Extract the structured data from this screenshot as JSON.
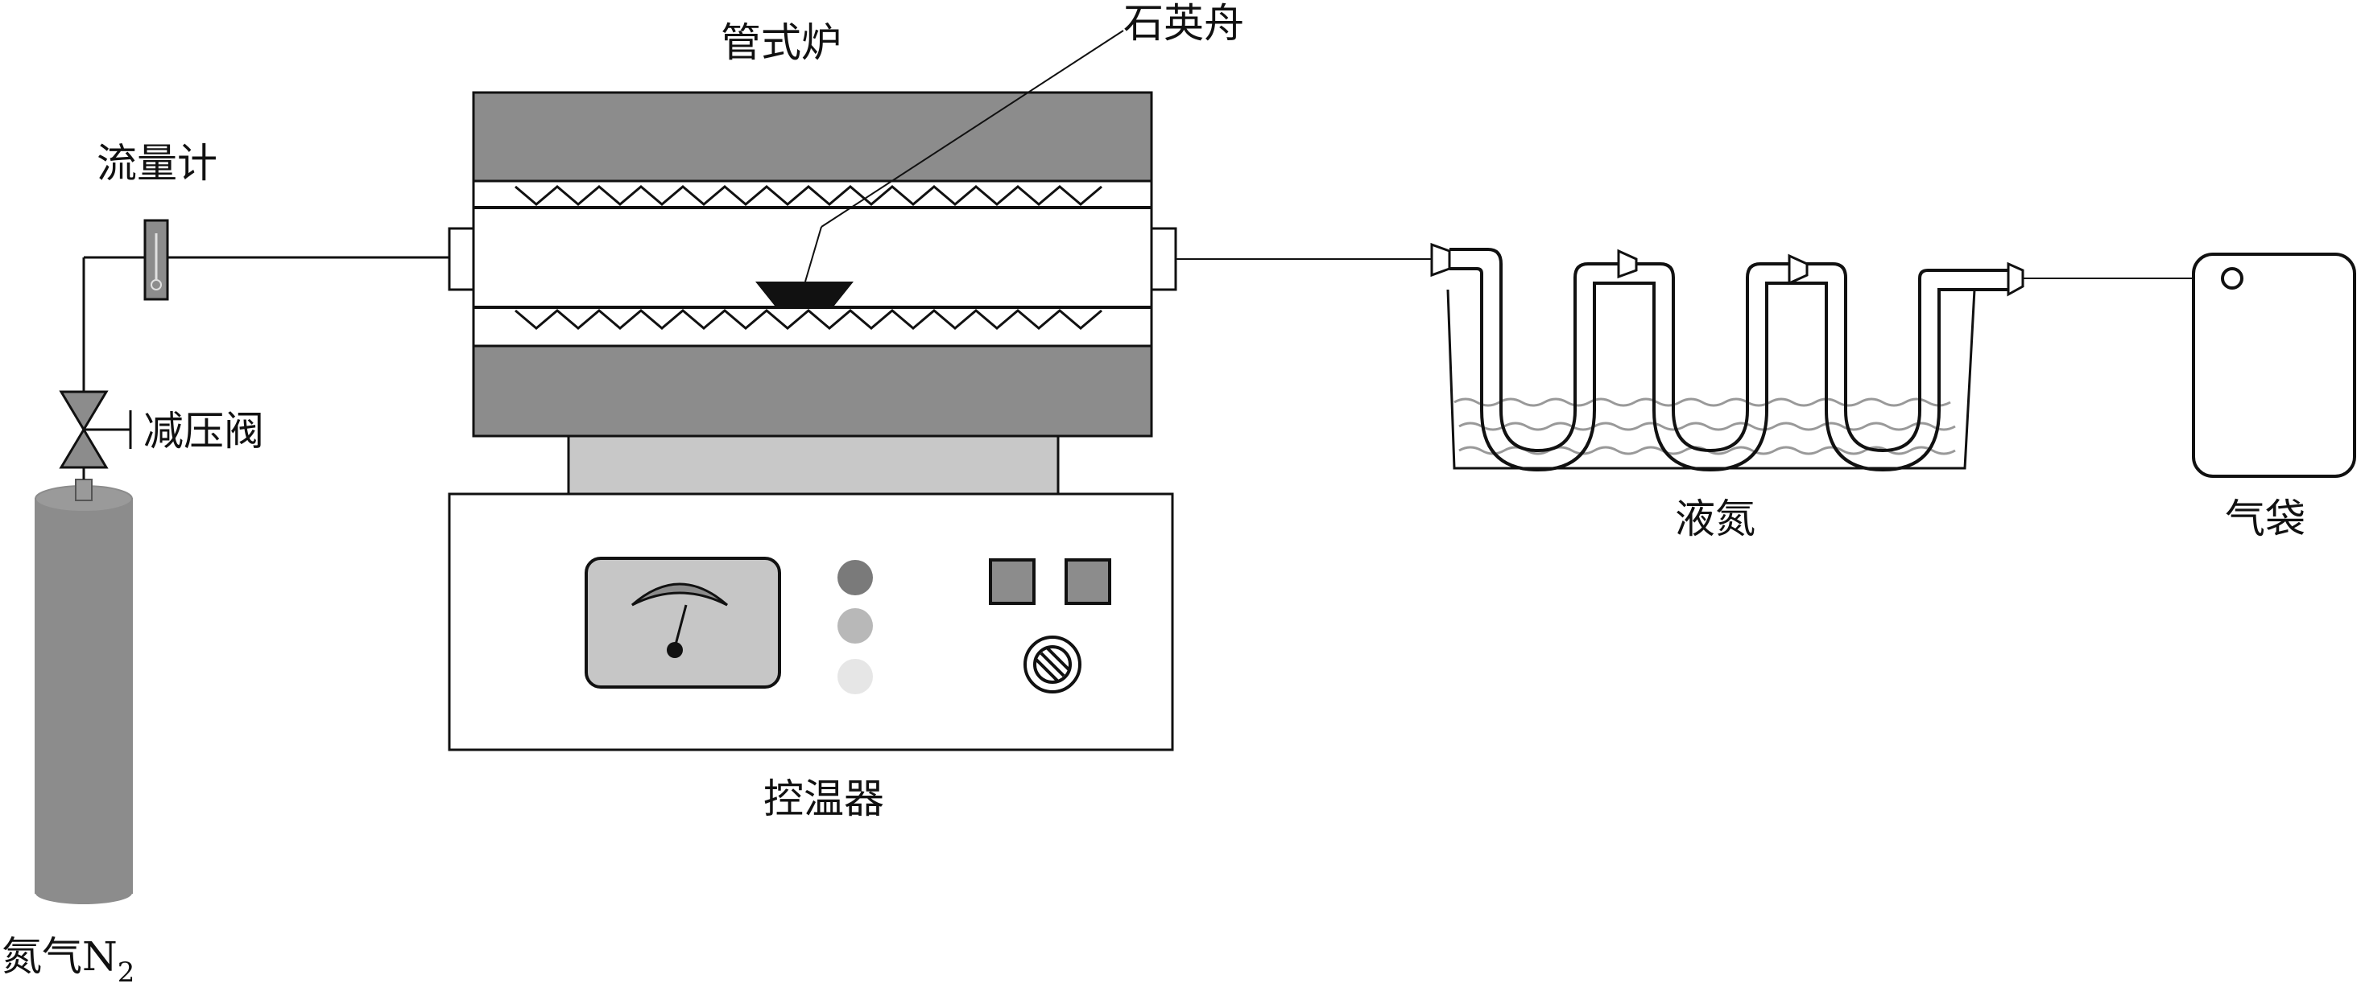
{
  "labels": {
    "flowmeter": "流量计",
    "furnace": "管式炉",
    "quartz_boat": "石英舟",
    "valve": "减压阀",
    "controller": "控温器",
    "liquid_nitrogen": "液氮",
    "gas_bag": "气袋",
    "cylinder_main": "氮气N",
    "cylinder_sub": "2"
  },
  "colors": {
    "line": "#111111",
    "dark_gray": "#8c8c8c",
    "light_gray": "#c8c8c8",
    "panel_gray": "#c6c6c6",
    "indicator_1": "#7a7a7a",
    "indicator_2": "#b8b8b8",
    "indicator_3": "#e6e6e6",
    "wave_gray": "#999999"
  }
}
